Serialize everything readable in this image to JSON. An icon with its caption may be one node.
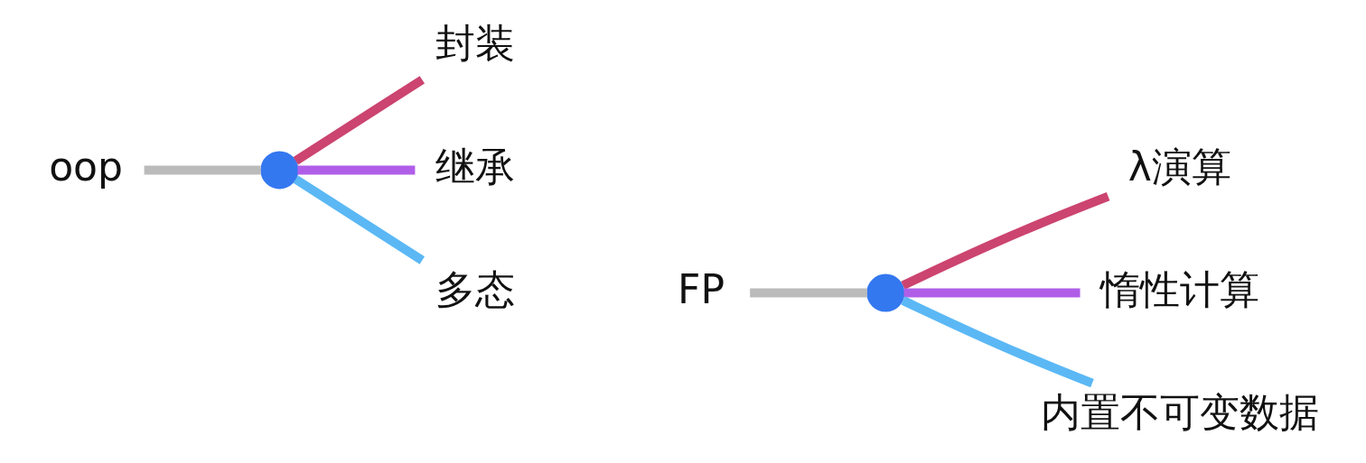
{
  "diagram": {
    "nodes": [
      {
        "text": [
          "oop"
        ]
      },
      {
        "text": [],
        "shape": "circle"
      },
      {
        "text": [
          "封装"
        ]
      },
      {
        "text": [
          "继承"
        ]
      },
      {
        "text": [
          "多态"
        ]
      },
      {
        "text": [
          "FP"
        ]
      },
      {
        "text": [],
        "shape": "circle"
      },
      {
        "text": [
          "λ演算"
        ]
      },
      {
        "text": [
          "惰性计算"
        ]
      },
      {
        "text": [
          "内置不可变数据"
        ]
      }
    ],
    "edges": [
      {
        "from": 0,
        "to": 1,
        "arrow": "none",
        "color": "#bbbbbb"
      },
      {
        "from": 1,
        "to": 2,
        "arrow": "none",
        "color": "#cc4470"
      },
      {
        "from": 1,
        "to": 3,
        "arrow": "none",
        "color": "#b05ee8"
      },
      {
        "from": 1,
        "to": 4,
        "arrow": "none",
        "color": "#5bb8f5"
      },
      {
        "from": 5,
        "to": 6,
        "arrow": "none",
        "color": "#bbbbbb"
      },
      {
        "from": 6,
        "to": 7,
        "arrow": "none",
        "color": "#cc4470"
      },
      {
        "from": 6,
        "to": 8,
        "arrow": "none",
        "color": "#b05ee8"
      },
      {
        "from": 6,
        "to": 9,
        "arrow": "none",
        "color": "#5bb8f5"
      }
    ]
  }
}
